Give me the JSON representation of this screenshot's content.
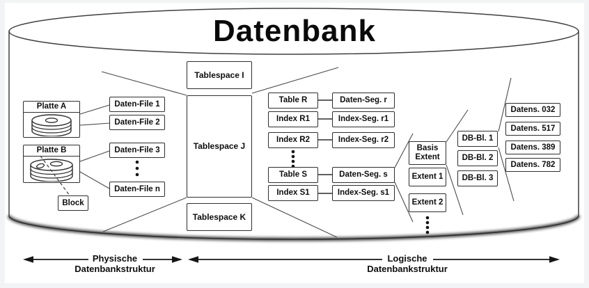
{
  "title": "Datenbank",
  "colors": {
    "background": "#f2f3f4",
    "surface": "#ffffff",
    "box_border": "#2d2d2d",
    "line": "#4a4a4a",
    "text": "#0d0d0d"
  },
  "icons": {
    "disk": "disk-icon (stacked ellipses cylinder platter)",
    "block_marker": "block-marker-icon (small spot on platter)"
  },
  "physical": {
    "disk_a": "Platte A",
    "disk_b": "Platte B",
    "block": "Block",
    "files": [
      "Daten-File 1",
      "Daten-File 2",
      "Daten-File 3",
      "Daten-File n"
    ]
  },
  "tablespaces": [
    "Tablespace I",
    "Tablespace J",
    "Tablespace K"
  ],
  "segments_map": [
    {
      "object": "Table R",
      "segment": "Daten-Seg. r"
    },
    {
      "object": "Index R1",
      "segment": "Index-Seg. r1"
    },
    {
      "object": "Index R2",
      "segment": "Index-Seg. r2"
    },
    {
      "object": "Table S",
      "segment": "Daten-Seg. s"
    },
    {
      "object": "Index S1",
      "segment": "Index-Seg. s1"
    }
  ],
  "extents": [
    "Basis Extent",
    "Extent 1",
    "Extent 2"
  ],
  "db_blocks": [
    "DB-Bl. 1",
    "DB-Bl. 2",
    "DB-Bl. 3"
  ],
  "records": [
    "Datens. 032",
    "Datens. 517",
    "Datens. 389",
    "Datens. 782"
  ],
  "legend": {
    "physical_line1": "Physische",
    "physical_line2": "Datenbankstruktur",
    "logical_line1": "Logische",
    "logical_line2": "Datenbankstruktur"
  }
}
